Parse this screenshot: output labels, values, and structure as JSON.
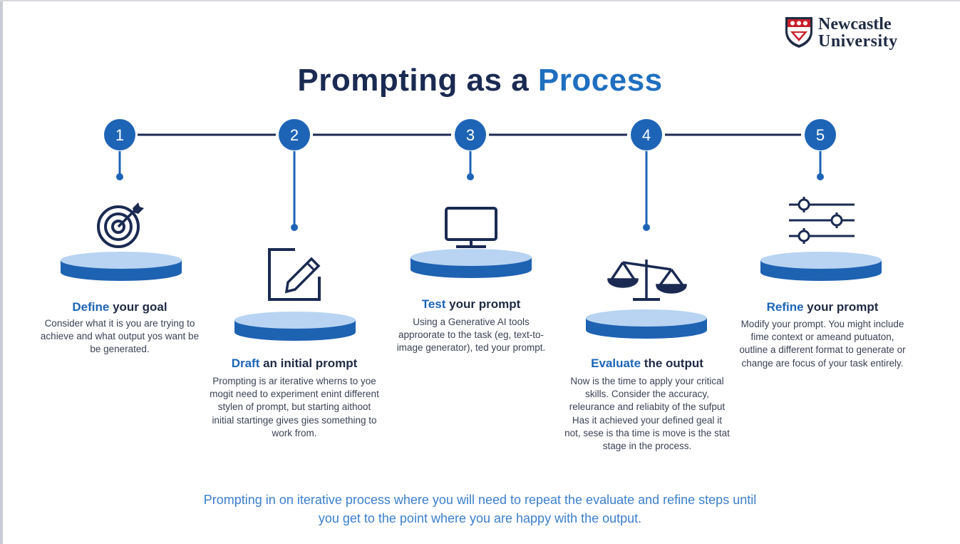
{
  "logo": {
    "line1": "Newcastle",
    "line2": "University"
  },
  "title": {
    "part1": "Prompting  as a ",
    "part2": "Process"
  },
  "steps": [
    {
      "number": "1",
      "title_accent": "Define",
      "title_rest": " your goal",
      "icon": "target-icon",
      "description": "Consider what it is you are trying to achieve and what output yos want be be generated."
    },
    {
      "number": "2",
      "title_accent": "Draft",
      "title_rest": " an initial prompt",
      "icon": "edit-icon",
      "description": "Prompting is ar iterative wherns to yoe mogit need to experiment enint different stylen of prompt, but starting aithoot initial startinge gives gies something to work from."
    },
    {
      "number": "3",
      "title_accent": "Test",
      "title_rest": " your prompt",
      "icon": "monitor-icon",
      "description": "Using a Generative AI tools approorate to the task (eg, text-to-image generator), ted your prompt."
    },
    {
      "number": "4",
      "title_accent": "Evaluate",
      "title_rest": " the output",
      "icon": "scales-icon",
      "description": "Now is the time to apply your critical skills. Consider the accuracy, releurance and reliabity of the sufput Has it achieved your defined geal it not, sese is tha time is move is the stat stage in the process."
    },
    {
      "number": "5",
      "title_accent": "Refine",
      "title_rest": " your prompt",
      "icon": "settings-sliders-icon",
      "description": "Modify your prompt. You might include fime context or ameand putuaton, outline a different format to generate or change are focus of your task entirely."
    }
  ],
  "footer": {
    "line1": "Prompting in on iterative process where you will need to repeat the evaluate and refine steps until",
    "line2": "you get to the point where you are happy with the output."
  },
  "colors": {
    "navy": "#1a2a52",
    "blue": "#1f6fc0",
    "node": "#1e64b6",
    "disc_top": "#b8d4f2",
    "disc_side": "#1e62b2"
  }
}
